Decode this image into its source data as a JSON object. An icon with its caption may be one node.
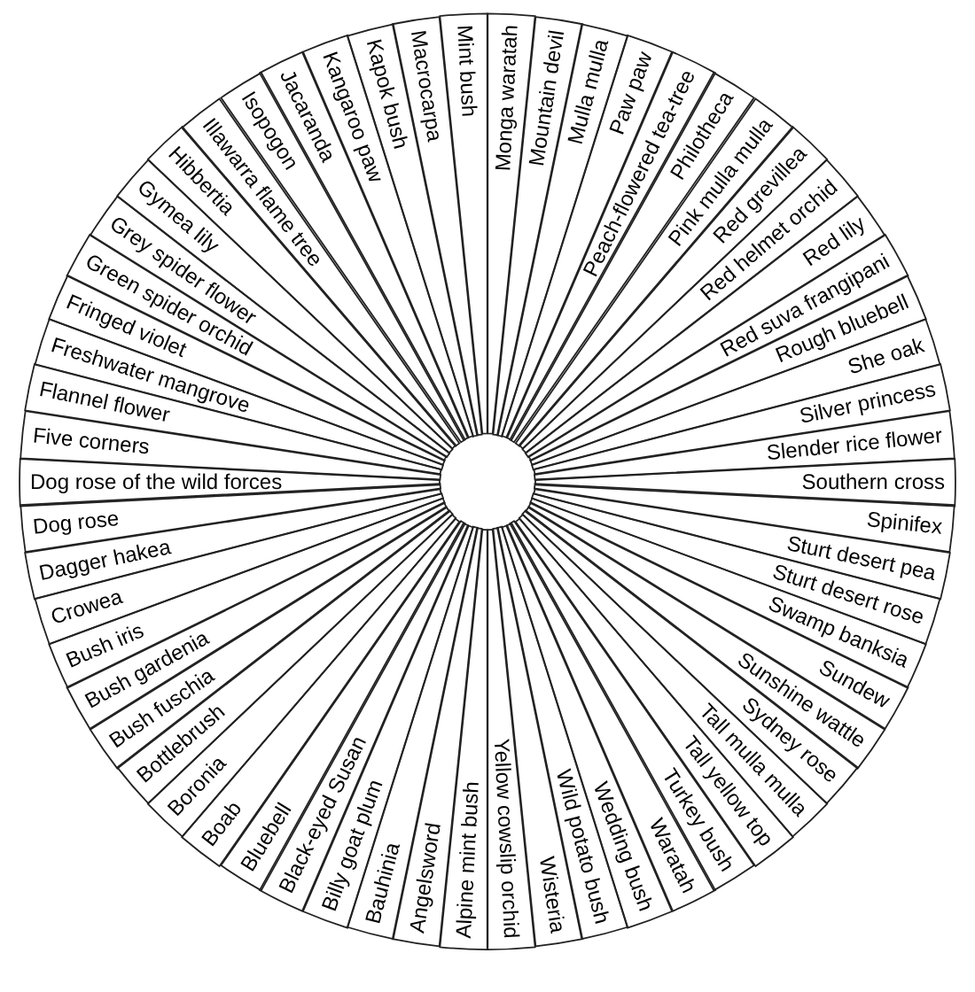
{
  "diagram": {
    "nodes": [
      {
        "text": [
          "Alpine mint bush"
        ]
      },
      {
        "text": [
          "Angelsword"
        ]
      },
      {
        "text": [
          "Bauhinia"
        ]
      },
      {
        "text": [
          "Billy goat plum"
        ]
      },
      {
        "text": [
          "Black-eyed Susan"
        ]
      },
      {
        "text": [
          "Bluebell"
        ]
      },
      {
        "text": [
          "Boab"
        ]
      },
      {
        "text": [
          "Boronia"
        ]
      },
      {
        "text": [
          "Bottlebrush"
        ]
      },
      {
        "text": [
          "Bush fuschia"
        ]
      },
      {
        "text": [
          "Bush gardenia"
        ]
      },
      {
        "text": [
          "Bush iris"
        ]
      },
      {
        "text": [
          "Crowea"
        ]
      },
      {
        "text": [
          "Dagger hakea"
        ]
      },
      {
        "text": [
          "Dog rose"
        ]
      },
      {
        "text": [
          "Dog rose of the wild forces"
        ]
      },
      {
        "text": [
          "Five corners"
        ]
      },
      {
        "text": [
          "Flannel flower"
        ]
      },
      {
        "text": [
          "Freshwater mangrove"
        ]
      },
      {
        "text": [
          "Fringed violet"
        ]
      },
      {
        "text": [
          "Green spider orchid"
        ]
      },
      {
        "text": [
          "Grey spider flower"
        ]
      },
      {
        "text": [
          "Gymea lily"
        ]
      },
      {
        "text": [
          "Hibbertia"
        ]
      },
      {
        "text": [
          "Illawarra flame tree"
        ]
      },
      {
        "text": [
          "Isopogon"
        ]
      },
      {
        "text": [
          "Jacaranda"
        ]
      },
      {
        "text": [
          "Kangaroo paw"
        ]
      },
      {
        "text": [
          "Kapok bush"
        ]
      },
      {
        "text": [
          "Macrocarpa"
        ]
      },
      {
        "text": [
          "Mint bush"
        ]
      },
      {
        "text": [
          "Monga waratah"
        ]
      },
      {
        "text": [
          "Mountain devil"
        ]
      },
      {
        "text": [
          "Mulla mulla"
        ]
      },
      {
        "text": [
          "Paw paw"
        ]
      },
      {
        "text": [
          "Peach-flowered tea-tree"
        ]
      },
      {
        "text": [
          "Philotheca"
        ]
      },
      {
        "text": [
          "Pink mulla mulla"
        ]
      },
      {
        "text": [
          "Red grevillea"
        ]
      },
      {
        "text": [
          "Red helmet orchid"
        ]
      },
      {
        "text": [
          "Red lily"
        ]
      },
      {
        "text": [
          "Red suva frangipani"
        ]
      },
      {
        "text": [
          "Rough bluebell"
        ]
      },
      {
        "text": [
          "She oak"
        ]
      },
      {
        "text": [
          "Silver princess"
        ]
      },
      {
        "text": [
          "Slender rice flower"
        ]
      },
      {
        "text": [
          "Southern cross"
        ]
      },
      {
        "text": [
          "Spinifex"
        ]
      },
      {
        "text": [
          "Sturt desert pea"
        ]
      },
      {
        "text": [
          "Sturt desert rose"
        ]
      },
      {
        "text": [
          "Swamp banksia"
        ]
      },
      {
        "text": [
          "Sundew"
        ]
      },
      {
        "text": [
          "Sunshine wattle"
        ]
      },
      {
        "text": [
          "Sydney rose"
        ]
      },
      {
        "text": [
          "Tall mulla mulla"
        ]
      },
      {
        "text": [
          "Tall yellow top"
        ]
      },
      {
        "text": [
          "Turkey bush"
        ]
      },
      {
        "text": [
          "Waratah"
        ]
      },
      {
        "text": [
          "Wedding bush"
        ]
      },
      {
        "text": [
          "Wild potato bush"
        ]
      },
      {
        "text": [
          "Wisteria"
        ]
      },
      {
        "text": [
          "Yellow cowslip orchid"
        ]
      }
    ]
  }
}
